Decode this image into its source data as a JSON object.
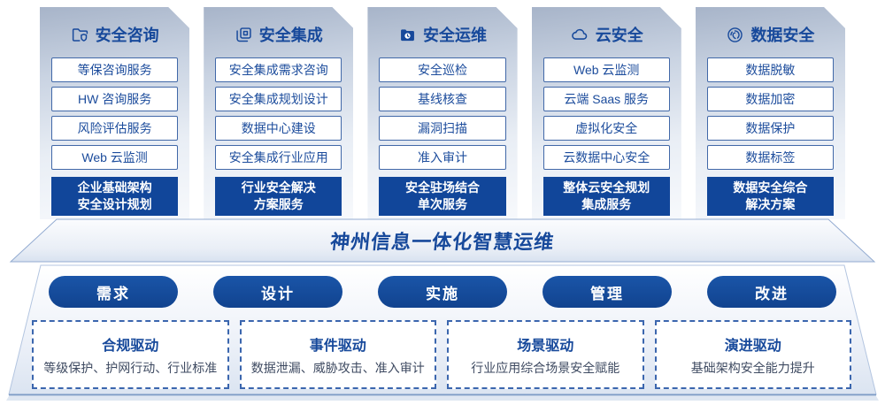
{
  "banner": {
    "title": "神州信息一体化智慧运维"
  },
  "columns": [
    {
      "title": "安全咨询",
      "icon": "folder-shield-icon",
      "items": [
        "等保咨询服务",
        "HW 咨询服务",
        "风险评估服务",
        "Web 云监测"
      ],
      "footer_lines": [
        "企业基础架构",
        "安全设计规划"
      ]
    },
    {
      "title": "安全集成",
      "icon": "copy-icon",
      "items": [
        "安全集成需求咨询",
        "安全集成规划设计",
        "数据中心建设",
        "安全集成行业应用"
      ],
      "footer_lines": [
        "行业安全解决",
        "方案服务"
      ]
    },
    {
      "title": "安全运维",
      "icon": "folder-clock-icon",
      "items": [
        "安全巡检",
        "基线核查",
        "漏洞扫描",
        "准入审计"
      ],
      "footer_lines": [
        "安全驻场结合",
        "单次服务"
      ]
    },
    {
      "title": "云安全",
      "icon": "cloud-icon",
      "items": [
        "Web 云监测",
        "云端 Saas 服务",
        "虚拟化安全",
        "云数据中心安全"
      ],
      "footer_lines": [
        "整体云安全规划",
        "集成服务"
      ]
    },
    {
      "title": "数据安全",
      "icon": "fingerprint-icon",
      "items": [
        "数据脱敏",
        "数据加密",
        "数据保护",
        "数据标签"
      ],
      "footer_lines": [
        "数据安全综合",
        "解决方案"
      ]
    }
  ],
  "process_steps": [
    "需求",
    "设计",
    "实施",
    "管理",
    "改进"
  ],
  "drivers": [
    {
      "title": "合规驱动",
      "desc": "等级保护、护网行动、行业标准"
    },
    {
      "title": "事件驱动",
      "desc": "数据泄漏、威胁攻击、准入审计"
    },
    {
      "title": "场景驱动",
      "desc": "行业应用综合场景安全赋能"
    },
    {
      "title": "演进驱动",
      "desc": "基础架构安全能力提升"
    }
  ],
  "colors": {
    "primary_blue": "#17499b",
    "block_blue": "#11469a",
    "item_border": "#4168a8",
    "dashed_border": "#3b66ae",
    "desc_text": "#3e4a61"
  }
}
